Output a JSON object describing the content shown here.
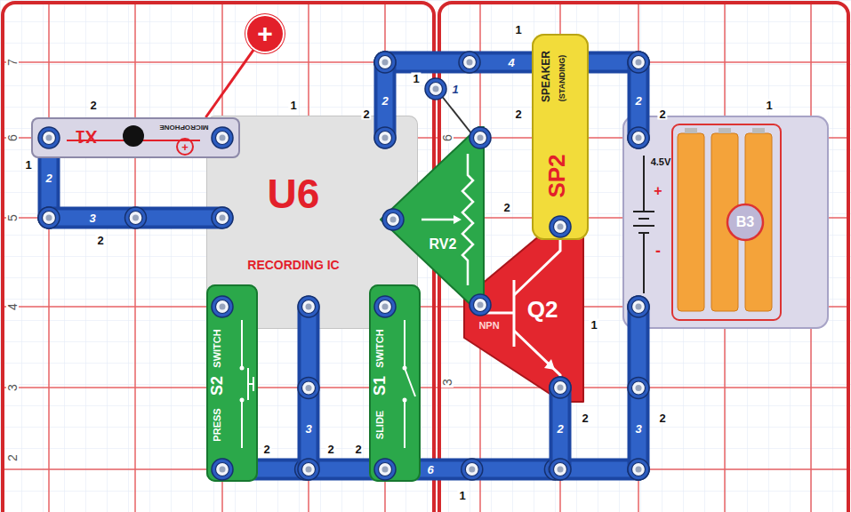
{
  "diagram": {
    "nodes": [
      {
        "text": [
          "+"
        ]
      },
      {
        "text": [
          "4"
        ]
      },
      {
        "text": [
          "2"
        ]
      },
      {
        "text": [
          "1"
        ]
      },
      {
        "text": [
          "SPEAKER",
          "(STANDING)",
          "SP2"
        ]
      },
      {
        "text": [
          "2"
        ]
      },
      {
        "text": [
          "X1",
          "MICROPHONE",
          "+"
        ]
      },
      {
        "text": [
          "U6",
          "RECORDING IC"
        ]
      },
      {
        "text": [
          "RV2"
        ]
      },
      {
        "text": [
          "4.5V",
          "+",
          "-",
          "B3"
        ]
      },
      {
        "text": [
          "2"
        ]
      },
      {
        "text": [
          "3"
        ]
      },
      {
        "text": [
          "Q2",
          "NPN"
        ]
      },
      {
        "text": [
          "PRESS",
          "S2",
          "SWITCH"
        ]
      },
      {
        "text": [
          "3"
        ]
      },
      {
        "text": [
          "SLIDE",
          "S1",
          "SWITCH"
        ]
      },
      {
        "text": [
          "2"
        ]
      },
      {
        "text": [
          "3"
        ]
      },
      {
        "text": [
          "6"
        ]
      }
    ],
    "edges": [
      {
        "from": 0,
        "to": 6,
        "arrow": "none"
      }
    ],
    "labels": [
      "7",
      "6",
      "5",
      "4",
      "3",
      "2",
      "6",
      "3",
      "2",
      "1",
      "2",
      "1",
      "2",
      "1",
      "1",
      "2",
      "2",
      "1",
      "2",
      "1",
      "2",
      "2",
      "2",
      "1",
      "2",
      "2"
    ]
  }
}
